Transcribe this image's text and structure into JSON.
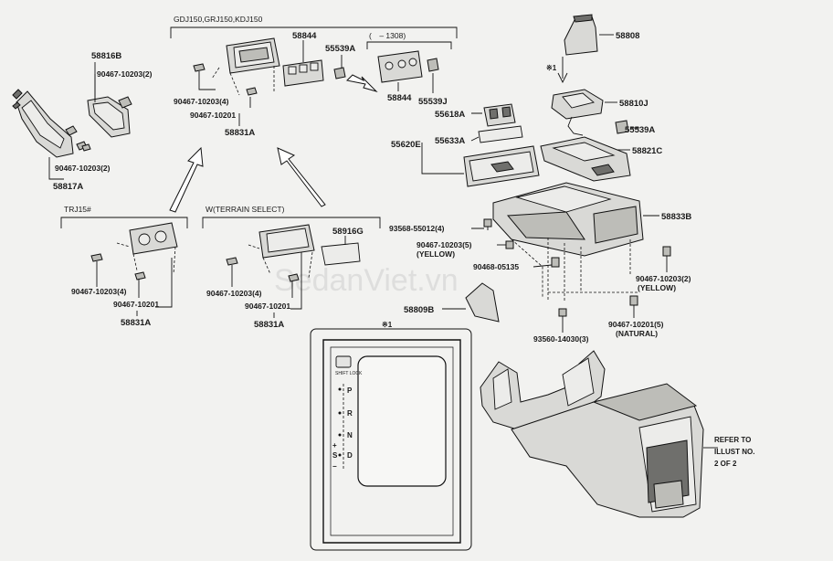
{
  "groups": {
    "gdj": "GDJ150,GRJ150,KDJ150",
    "range": "( – 1308)",
    "trj": "TRJ15#",
    "terrain": "W(TERRAIN SELECT)"
  },
  "parts": {
    "p58816B": "58816B",
    "p90467_10203_2a": "90467-10203(2)",
    "p90467_10203_2b": "90467-10203(2)",
    "p58817A": "58817A",
    "p58844a": "58844",
    "p55539Aa": "55539A",
    "p58844b": "58844",
    "p55539J": "55539J",
    "p90467_10203_4a": "90467-10203(4)",
    "p90467_10201a": "90467-10201",
    "p58831Aa": "58831A",
    "p58808": "58808",
    "p58810J": "58810J",
    "p55539Ab": "55539A",
    "p58821C": "58821C",
    "p55618A": "55618A",
    "p55633A": "55633A",
    "p55620E": "55620E",
    "p58833B": "58833B",
    "p93568": "93568-55012(4)",
    "p90467_10203_5": "90467-10203(5)",
    "p90467_10203_5_note": "(YELLOW)",
    "p90468": "90468-05135",
    "p90467_10203_2c": "90467-10203(2)",
    "p90467_10203_2c_note": "(YELLOW)",
    "p90467_10203_4b": "90467-10203(4)",
    "p90467_10201b": "90467-10201",
    "p58831Ab": "58831A",
    "p90467_10203_4c": "90467-10203(4)",
    "p90467_10201c": "90467-10201",
    "p58831Ac": "58831A",
    "p58916G": "58916G",
    "p58809B": "58809B",
    "p93560": "93560-14030(3)",
    "p90467_10201_5": "90467-10201(5)",
    "p90467_10201_5_note": "(NATURAL)"
  },
  "marks": {
    "star1a": "※1",
    "star1b": "※1"
  },
  "shifter": {
    "shift_lock": "SHIFT LOCK",
    "gears": [
      "P",
      "R",
      "N",
      "D",
      "S"
    ],
    "plus": "+",
    "minus": "−"
  },
  "refer": {
    "line1": "REFER TO",
    "line2": "ILLUST NO.",
    "line3": "2 OF 2"
  },
  "watermark": "SedanViet.vn"
}
